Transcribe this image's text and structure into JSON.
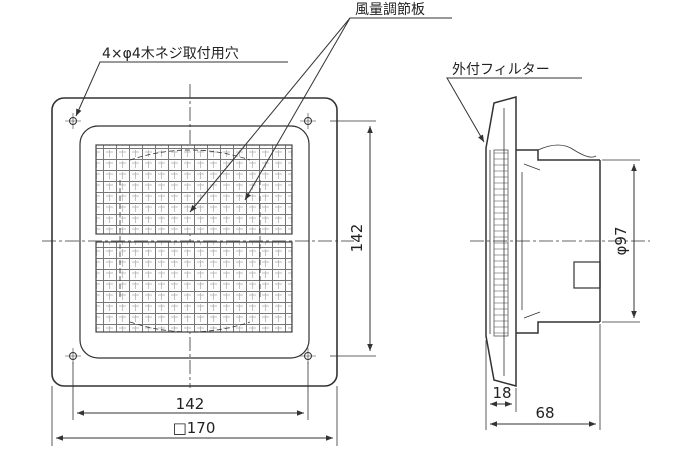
{
  "labels": {
    "damper": "風量調節板",
    "screw_holes": "4×φ4木ネジ取付用穴",
    "filter": "外付フィルター"
  },
  "dimensions": {
    "front_height": "142",
    "front_hole_pitch": "142",
    "front_outer": "□170",
    "duct_diameter": "φ97",
    "flange_depth": "18",
    "total_depth": "68"
  }
}
